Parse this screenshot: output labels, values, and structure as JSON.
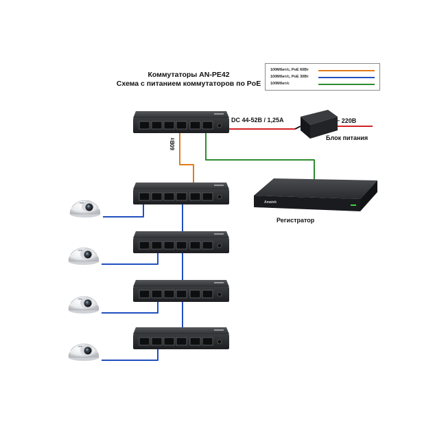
{
  "title": {
    "line1": "Коммутаторы AN-PE42",
    "line2": "Схема с питанием коммутаторов по PoE"
  },
  "legend": [
    {
      "label": "100Мбит/с, PoE 60Вт",
      "color": "#e07b14"
    },
    {
      "label": "100Мбит/с, PoE 30Вт",
      "color": "#1f4fbf"
    },
    {
      "label": "100Мбит/с",
      "color": "#2e8b2e"
    }
  ],
  "labels": {
    "dc_spec": "DC 44-52В / 1,25А",
    "mains": "~ 220В",
    "power_unit": "Блок питания",
    "poe_budget": "60Вт",
    "recorder": "Регистратор",
    "recorder_brand": "Amatek"
  },
  "colors": {
    "poe60": "#e07b14",
    "poe30": "#1f4fbf",
    "lan": "#2e8b2e",
    "power": "#d42020",
    "device_dark": "#2a2c2f"
  }
}
